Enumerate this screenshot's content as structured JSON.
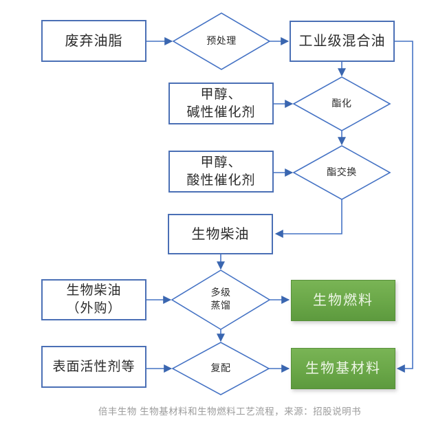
{
  "page": {
    "caption": "倍丰生物 生物基材料和生物燃料工艺流程，来源：招股说明书"
  },
  "colors": {
    "line_blue": "#4472c4",
    "arrowhead_blue": "#3a66b0",
    "box_border_blue": "#4a6fb5",
    "green_box_top": "#79b455",
    "green_box_bottom": "#5d9a3e",
    "box_text": "#2b2b2b",
    "green_box_text": "#eef6e7",
    "caption_gray": "#9b9b9b",
    "background": "#ffffff"
  },
  "nodes": {
    "waste_oil": {
      "label": "废弃油脂"
    },
    "pretreatment": {
      "label": "预处理"
    },
    "industrial_mixed_oil": {
      "label": "工业级混合油"
    },
    "methanol_alkaline": {
      "line1": "甲醇、",
      "line2": "碱性催化剂"
    },
    "esterification": {
      "label": "酯化"
    },
    "methanol_acidic": {
      "line1": "甲醇、",
      "line2": "酸性催化剂"
    },
    "transesterification": {
      "label": "酯交换"
    },
    "biodiesel": {
      "label": "生物柴油"
    },
    "biodiesel_purchased": {
      "line1": "生物柴油",
      "line2": "（外购）"
    },
    "multistage_distillation": {
      "line1": "多级",
      "line2": "蒸馏"
    },
    "biofuel": {
      "label": "生物燃料"
    },
    "surfactants": {
      "label": "表面活性剂等"
    },
    "compounding": {
      "label": "复配"
    },
    "biobased_materials": {
      "label": "生物基材料"
    }
  }
}
